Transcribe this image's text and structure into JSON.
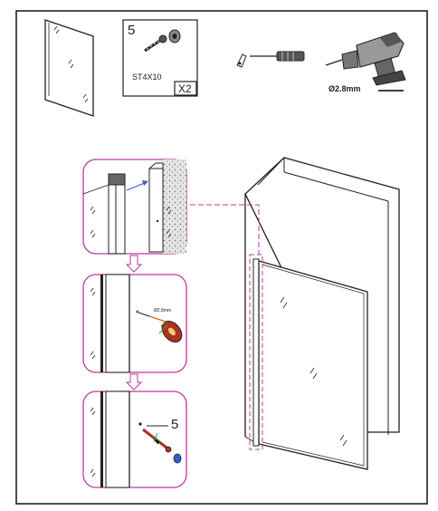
{
  "parts": {
    "screw_set": {
      "count": "5",
      "code": "ST4X10",
      "multiplier": "X2"
    }
  },
  "tools": {
    "drill_bit": "Ø2.8mm"
  },
  "steps": {
    "step2_drill_callout": "Ø2.8mm",
    "step3_screw_callout": "5"
  },
  "colors": {
    "outline": "#222222",
    "magenta": "#c0389f",
    "blue_arrow": "#3a5bd9",
    "wall_fill": "#d8d8d8"
  },
  "icons": [
    "glass-panel-icon",
    "screw-anchor-icon",
    "screwdriver-icon",
    "drill-icon",
    "drill-bit-icon"
  ]
}
